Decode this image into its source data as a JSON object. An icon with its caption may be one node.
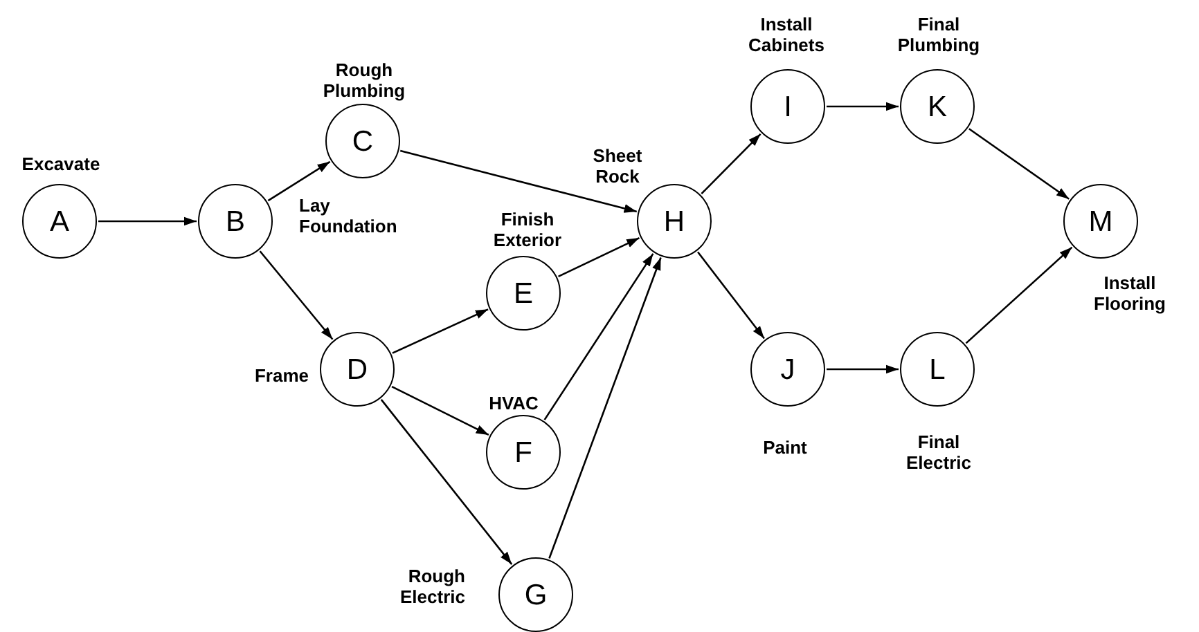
{
  "diagram": {
    "nodes": [
      {
        "text": [
          "A"
        ],
        "beside": [
          "Excavate"
        ]
      },
      {
        "text": [
          "B"
        ],
        "beside": [
          "Lay Foundation"
        ]
      },
      {
        "text": [
          "C"
        ],
        "beside": [
          "Rough Plumbing"
        ]
      },
      {
        "text": [
          "D"
        ],
        "beside": [
          "Frame"
        ]
      },
      {
        "text": [
          "E"
        ],
        "beside": [
          "Finish Exterior"
        ]
      },
      {
        "text": [
          "F"
        ],
        "beside": [
          "HVAC"
        ]
      },
      {
        "text": [
          "G"
        ],
        "beside": [
          "Rough Electric"
        ]
      },
      {
        "text": [
          "H"
        ],
        "beside": [
          "Sheet Rock"
        ]
      },
      {
        "text": [
          "I"
        ],
        "beside": [
          "Install Cabinets"
        ]
      },
      {
        "text": [
          "J"
        ],
        "beside": [
          "Paint"
        ]
      },
      {
        "text": [
          "K"
        ],
        "beside": [
          "Final Plumbing"
        ]
      },
      {
        "text": [
          "L"
        ],
        "beside": [
          "Final Electric"
        ]
      },
      {
        "text": [
          "M"
        ],
        "beside": [
          "Install Flooring"
        ]
      }
    ],
    "edges": [
      {
        "from": 0,
        "to": 1,
        "arrow": "to"
      },
      {
        "from": 1,
        "to": 2,
        "arrow": "to"
      },
      {
        "from": 1,
        "to": 3,
        "arrow": "to"
      },
      {
        "from": 2,
        "to": 7,
        "arrow": "to"
      },
      {
        "from": 3,
        "to": 4,
        "arrow": "to"
      },
      {
        "from": 3,
        "to": 5,
        "arrow": "to"
      },
      {
        "from": 3,
        "to": 6,
        "arrow": "to"
      },
      {
        "from": 4,
        "to": 7,
        "arrow": "to"
      },
      {
        "from": 5,
        "to": 7,
        "arrow": "to"
      },
      {
        "from": 6,
        "to": 7,
        "arrow": "to"
      },
      {
        "from": 7,
        "to": 8,
        "arrow": "to"
      },
      {
        "from": 7,
        "to": 9,
        "arrow": "to"
      },
      {
        "from": 8,
        "to": 10,
        "arrow": "to"
      },
      {
        "from": 9,
        "to": 11,
        "arrow": "to"
      },
      {
        "from": 10,
        "to": 12,
        "arrow": "to"
      },
      {
        "from": 11,
        "to": 12,
        "arrow": "to"
      }
    ]
  }
}
